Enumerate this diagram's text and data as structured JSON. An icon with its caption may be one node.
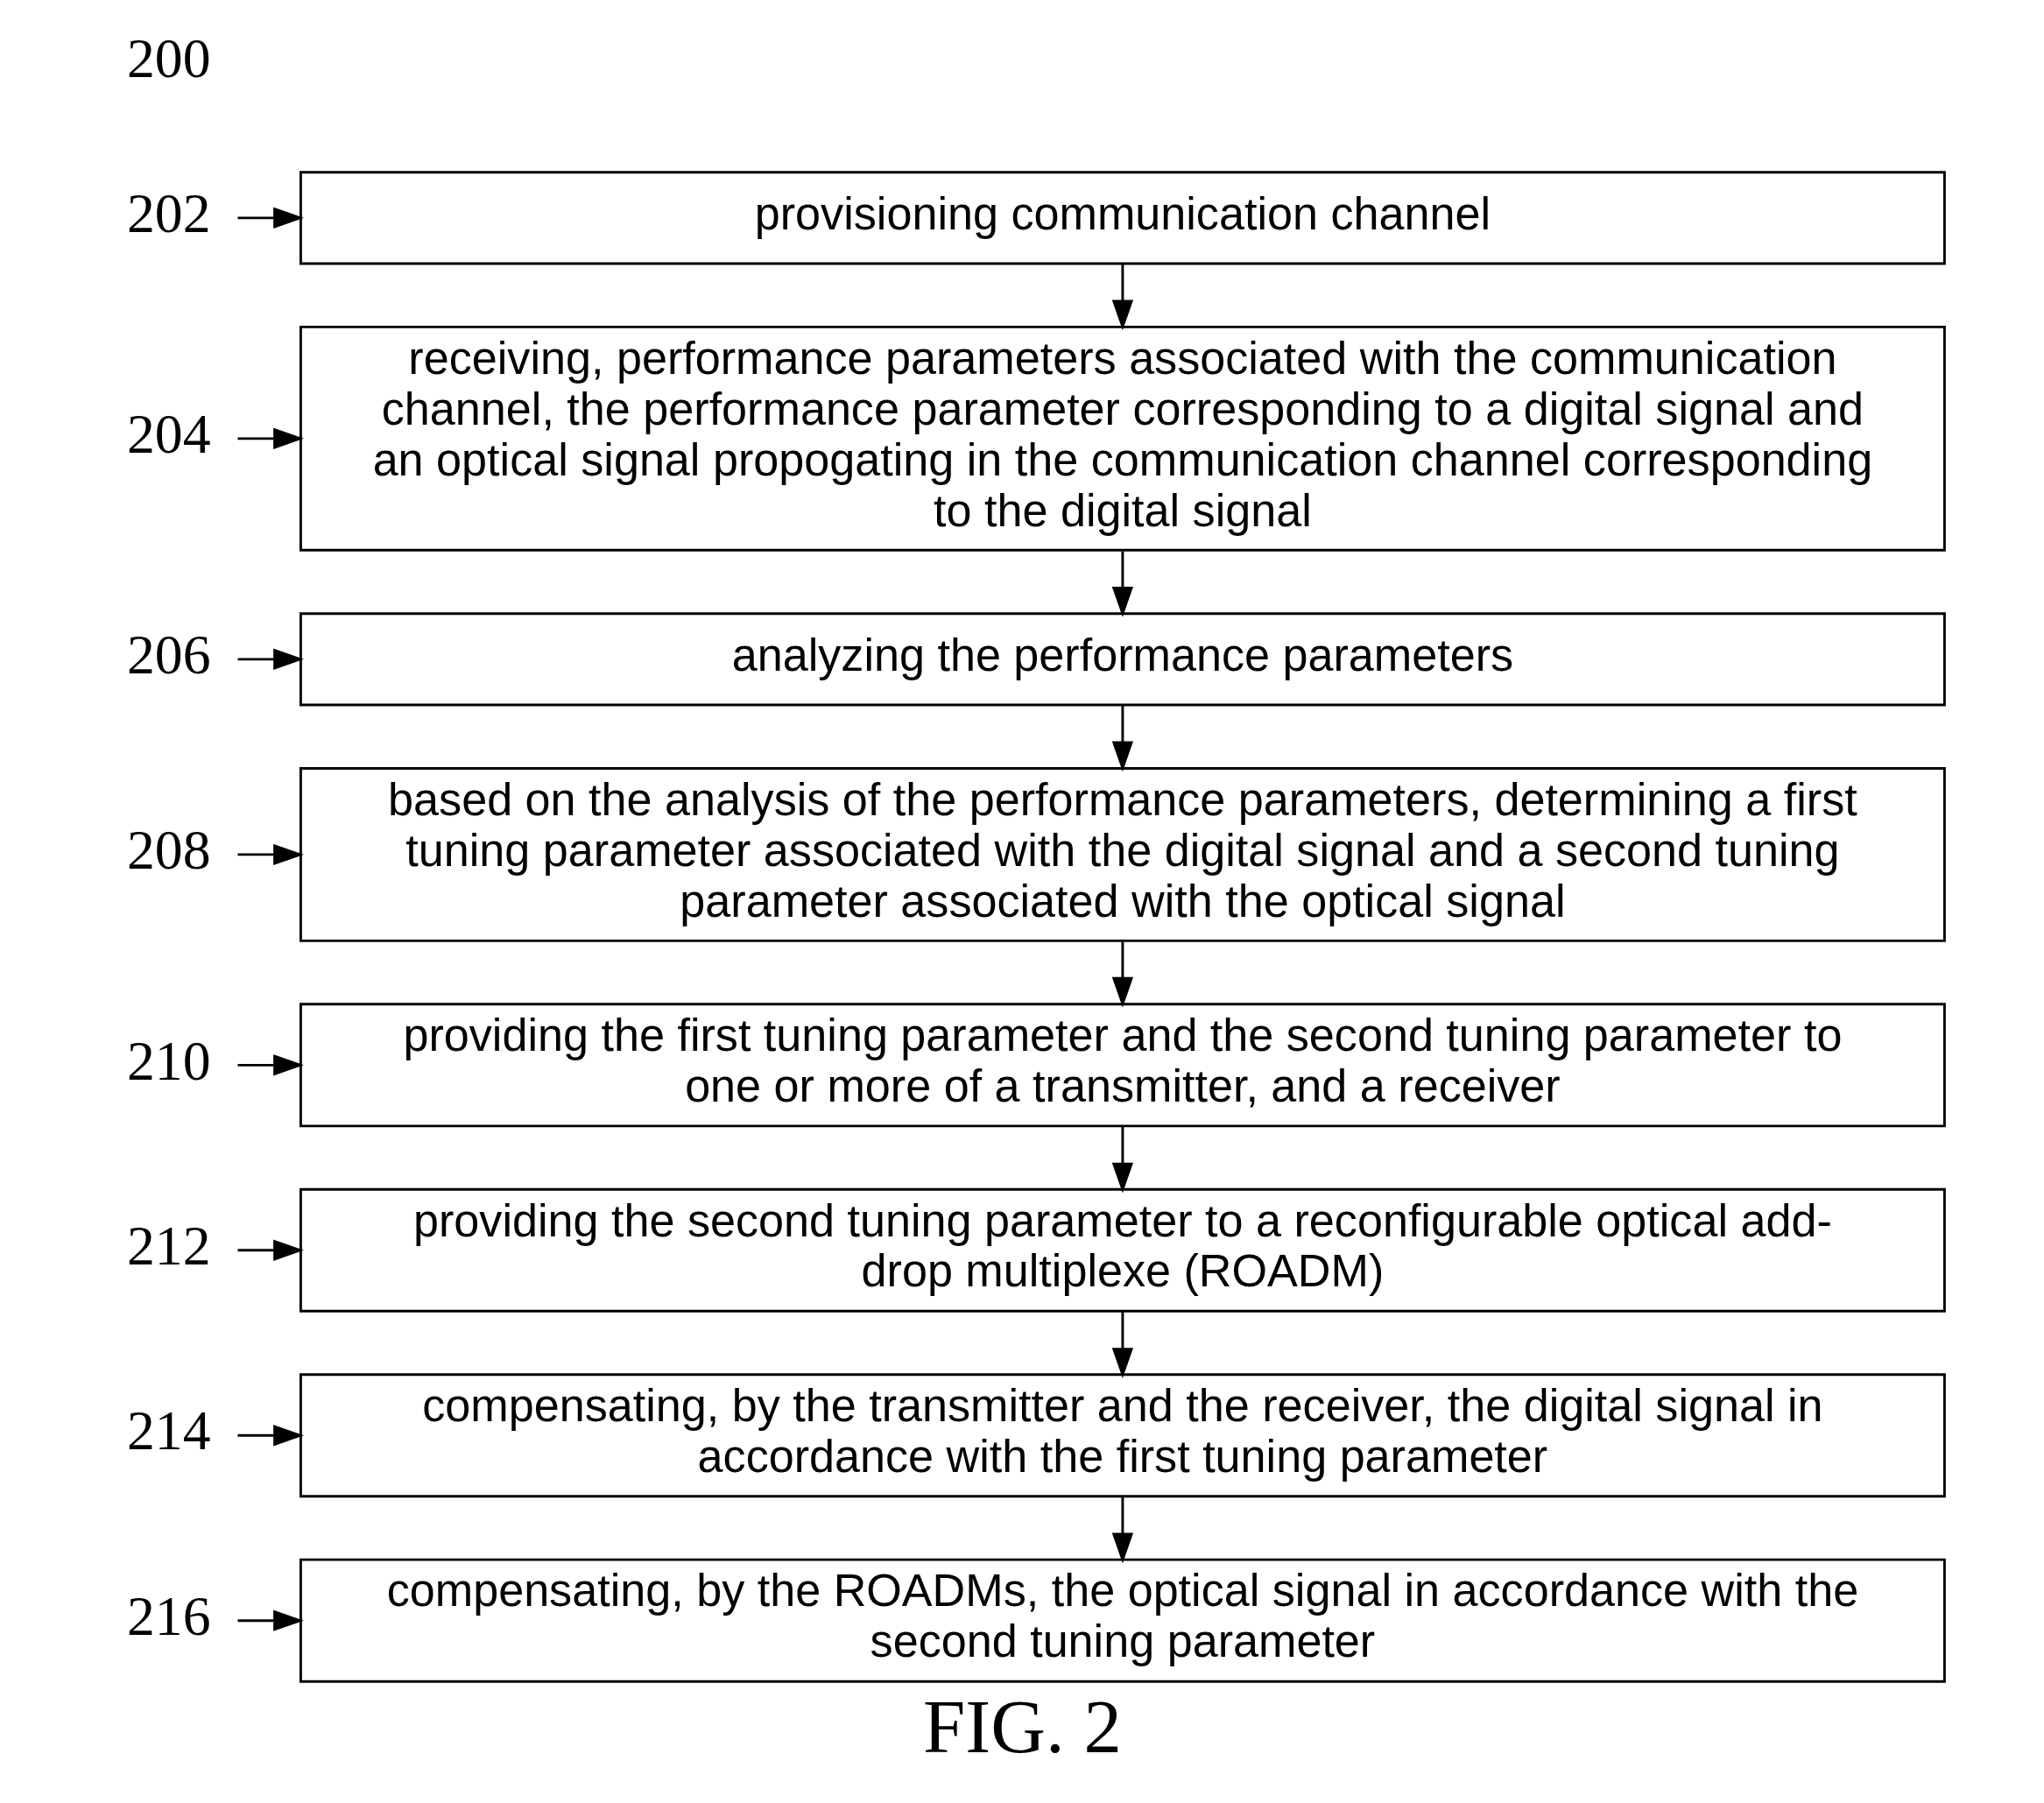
{
  "diagram": {
    "caption": "FIG. 2",
    "nodes": [
      {
        "text": [
          "202"
        ]
      },
      {
        "text": [
          "provisioning communication channel"
        ]
      },
      {
        "text": [
          "204"
        ]
      },
      {
        "text": [
          "receiving, performance parameters associated with the communication channel, the performance parameter corresponding to a digital signal and an optical signal propogating in the communication channel corresponding to the digital signal"
        ]
      },
      {
        "text": [
          "206"
        ]
      },
      {
        "text": [
          "analyzing the performance parameters"
        ]
      },
      {
        "text": [
          "208"
        ]
      },
      {
        "text": [
          "based on the analysis of the performance parameters, determining a first tuning parameter associated with the digital signal and a second tuning parameter associated with the optical signal"
        ]
      },
      {
        "text": [
          "210"
        ]
      },
      {
        "text": [
          "providing the first tuning parameter and the second tuning parameter to one or more of a transmitter, and a receiver"
        ]
      },
      {
        "text": [
          "212"
        ]
      },
      {
        "text": [
          "providing the second tuning parameter to a reconfigurable optical add-drop multiplexe (ROADM)"
        ]
      },
      {
        "text": [
          "214"
        ]
      },
      {
        "text": [
          "compensating, by the transmitter and the receiver, the digital signal in accordance with the first tuning parameter"
        ]
      },
      {
        "text": [
          "216"
        ]
      },
      {
        "text": [
          "compensating, by the ROADMs, the optical signal in accordance with the second tuning parameter"
        ]
      }
    ],
    "edges": [
      {
        "from": 0,
        "to": 1,
        "arrow": "to"
      },
      {
        "from": 2,
        "to": 3,
        "arrow": "to"
      },
      {
        "from": 4,
        "to": 5,
        "arrow": "to"
      },
      {
        "from": 6,
        "to": 7,
        "arrow": "to"
      },
      {
        "from": 8,
        "to": 9,
        "arrow": "to"
      },
      {
        "from": 10,
        "to": 11,
        "arrow": "to"
      },
      {
        "from": 12,
        "to": 13,
        "arrow": "to"
      },
      {
        "from": 14,
        "to": 15,
        "arrow": "to"
      },
      {
        "from": 1,
        "to": 3,
        "arrow": "to"
      },
      {
        "from": 3,
        "to": 5,
        "arrow": "to"
      },
      {
        "from": 5,
        "to": 7,
        "arrow": "to"
      },
      {
        "from": 7,
        "to": 9,
        "arrow": "to"
      },
      {
        "from": 9,
        "to": 11,
        "arrow": "to"
      },
      {
        "from": 11,
        "to": 13,
        "arrow": "to"
      },
      {
        "from": 13,
        "to": 15,
        "arrow": "to"
      }
    ],
    "labels": [
      "200"
    ]
  }
}
